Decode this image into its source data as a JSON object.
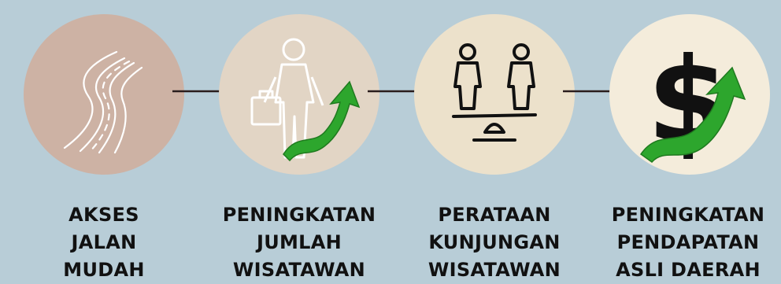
{
  "colors": {
    "background": "#b8cdd7",
    "circle_1": "#cdb2a4",
    "circle_2": "#e2d5c5",
    "circle_3": "#ece1cb",
    "circle_4": "#f4ecdb",
    "growth_arrow": "#2da62d",
    "text": "#111111"
  },
  "steps": [
    {
      "icon": "road-icon",
      "lines": [
        "AKSES",
        "JALAN",
        "MUDAH"
      ]
    },
    {
      "icon": "traveler-with-growth-arrow-icon",
      "lines": [
        "PENINGKATAN",
        "JUMLAH",
        "WISATAWAN"
      ]
    },
    {
      "icon": "balance-people-icon",
      "lines": [
        "PERATAAN",
        "KUNJUNGAN",
        "WISATAWAN"
      ]
    },
    {
      "icon": "dollar-growth-icon",
      "lines": [
        "PENINGKATAN",
        "PENDAPATAN",
        "ASLI DAERAH"
      ]
    }
  ]
}
